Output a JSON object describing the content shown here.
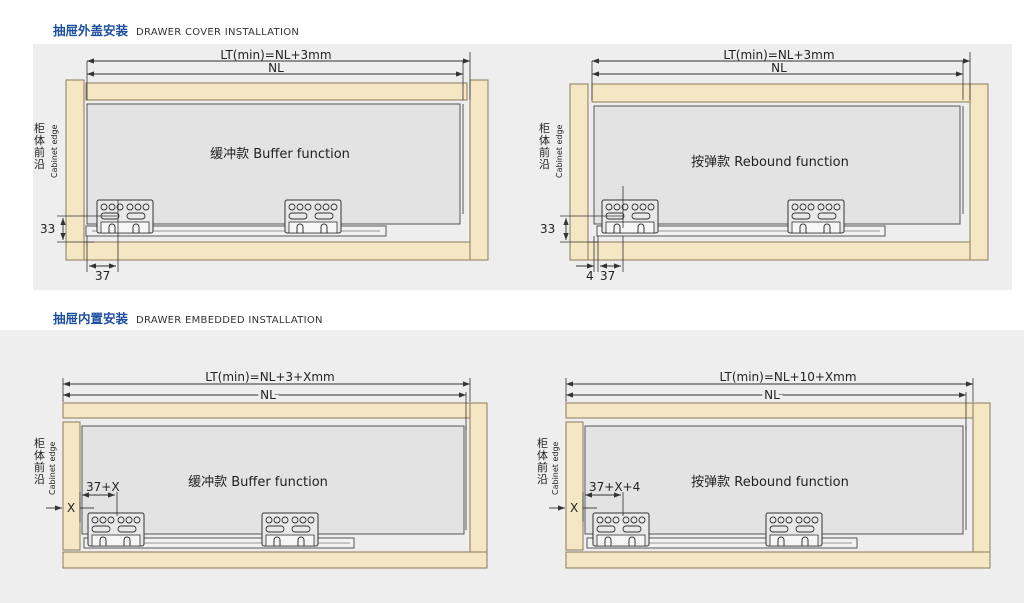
{
  "sections": [
    {
      "title_cn": "抽屉外盖安装",
      "title_en": "DRAWER COVER INSTALLATION"
    },
    {
      "title_cn": "抽屉内置安装",
      "title_en": "DRAWER EMBEDDED INSTALLATION"
    }
  ],
  "side_label": {
    "cn": "柜体前沿",
    "en": "Cabinet edge"
  },
  "diagrams": [
    {
      "lt": "LT(min)=NL+3mm",
      "nl": "NL",
      "func": "缓冲款 Buffer function",
      "dim_v": "33",
      "dim_h": "37"
    },
    {
      "lt": "LT(min)=NL+3mm",
      "nl": "NL",
      "func": "按弹款 Rebound function",
      "dim_v": "33",
      "dim_h1": "4",
      "dim_h2": "37"
    },
    {
      "lt": "LT(min)=NL+3+Xmm",
      "nl": "NL",
      "func": "缓冲款 Buffer function",
      "dim_x": "X",
      "dim_label": "37+X"
    },
    {
      "lt": "LT(min)=NL+10+Xmm",
      "nl": "NL",
      "func": "按弹款 Rebound function",
      "dim_x": "X",
      "dim_label": "37+X+4"
    }
  ],
  "colors": {
    "wood": "#f5e6c4",
    "wood_edge": "#8a7a5c",
    "panel_bg": "#eeeeee",
    "title_blue": "#1f4fa0",
    "drawer": "#e3e3e3"
  }
}
